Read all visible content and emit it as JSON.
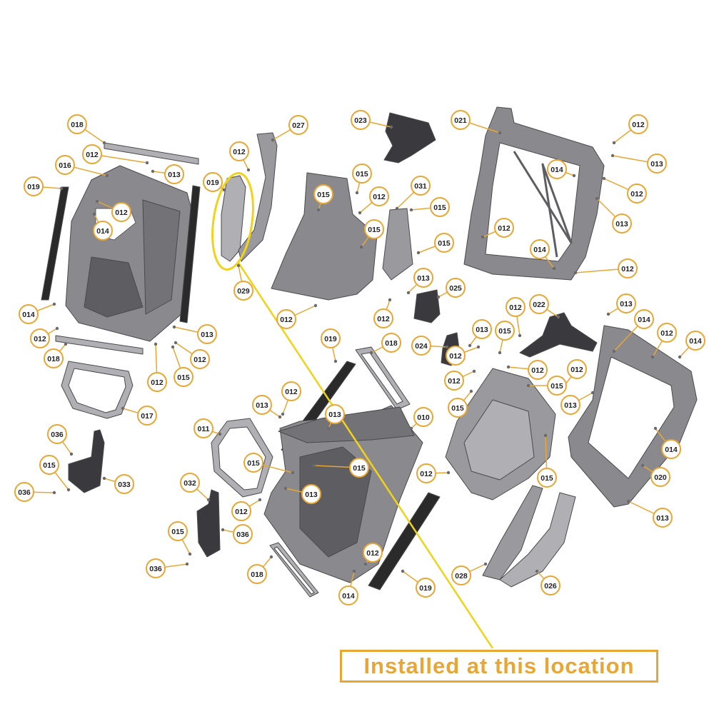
{
  "colors": {
    "callout_ring": "#e8a634",
    "leader_line": "#e8a634",
    "highlight": "#f1d21a",
    "part_fill": "#8a8a8e",
    "part_dark": "#5d5d62",
    "part_light": "#b0b0b4",
    "seal_fill": "#2a2a2a"
  },
  "caption": {
    "text": "Installed at this location"
  },
  "callouts": [
    {
      "label": "018"
    },
    {
      "label": "012"
    },
    {
      "label": "013"
    },
    {
      "label": "016"
    },
    {
      "label": "019"
    },
    {
      "label": "012"
    },
    {
      "label": "014"
    },
    {
      "label": "014"
    },
    {
      "label": "012"
    },
    {
      "label": "018"
    },
    {
      "label": "013"
    },
    {
      "label": "012"
    },
    {
      "label": "015"
    },
    {
      "label": "012"
    },
    {
      "label": "017"
    },
    {
      "label": "019"
    },
    {
      "label": "012"
    },
    {
      "label": "027"
    },
    {
      "label": "029"
    },
    {
      "label": "023"
    },
    {
      "label": "015"
    },
    {
      "label": "015"
    },
    {
      "label": "012"
    },
    {
      "label": "031"
    },
    {
      "label": "015"
    },
    {
      "label": "015"
    },
    {
      "label": "015"
    },
    {
      "label": "013"
    },
    {
      "label": "025"
    },
    {
      "label": "012"
    },
    {
      "label": "012"
    },
    {
      "label": "021"
    },
    {
      "label": "012"
    },
    {
      "label": "013"
    },
    {
      "label": "014"
    },
    {
      "label": "012"
    },
    {
      "label": "013"
    },
    {
      "label": "012"
    },
    {
      "label": "014"
    },
    {
      "label": "012"
    },
    {
      "label": "013"
    },
    {
      "label": "012"
    },
    {
      "label": "022"
    },
    {
      "label": "014"
    },
    {
      "label": "012"
    },
    {
      "label": "014"
    },
    {
      "label": "013"
    },
    {
      "label": "015"
    },
    {
      "label": "024"
    },
    {
      "label": "012"
    },
    {
      "label": "012"
    },
    {
      "label": "015"
    },
    {
      "label": "012"
    },
    {
      "label": "015"
    },
    {
      "label": "013"
    },
    {
      "label": "019"
    },
    {
      "label": "018"
    },
    {
      "label": "013"
    },
    {
      "label": "012"
    },
    {
      "label": "013"
    },
    {
      "label": "011"
    },
    {
      "label": "010"
    },
    {
      "label": "015"
    },
    {
      "label": "015"
    },
    {
      "label": "013"
    },
    {
      "label": "012"
    },
    {
      "label": "012"
    },
    {
      "label": "015"
    },
    {
      "label": "012"
    },
    {
      "label": "014"
    },
    {
      "label": "020"
    },
    {
      "label": "013"
    },
    {
      "label": "036"
    },
    {
      "label": "015"
    },
    {
      "label": "033"
    },
    {
      "label": "036"
    },
    {
      "label": "032"
    },
    {
      "label": "015"
    },
    {
      "label": "036"
    },
    {
      "label": "036"
    },
    {
      "label": "018"
    },
    {
      "label": "014"
    },
    {
      "label": "012"
    },
    {
      "label": "019"
    },
    {
      "label": "028"
    },
    {
      "label": "026"
    }
  ]
}
